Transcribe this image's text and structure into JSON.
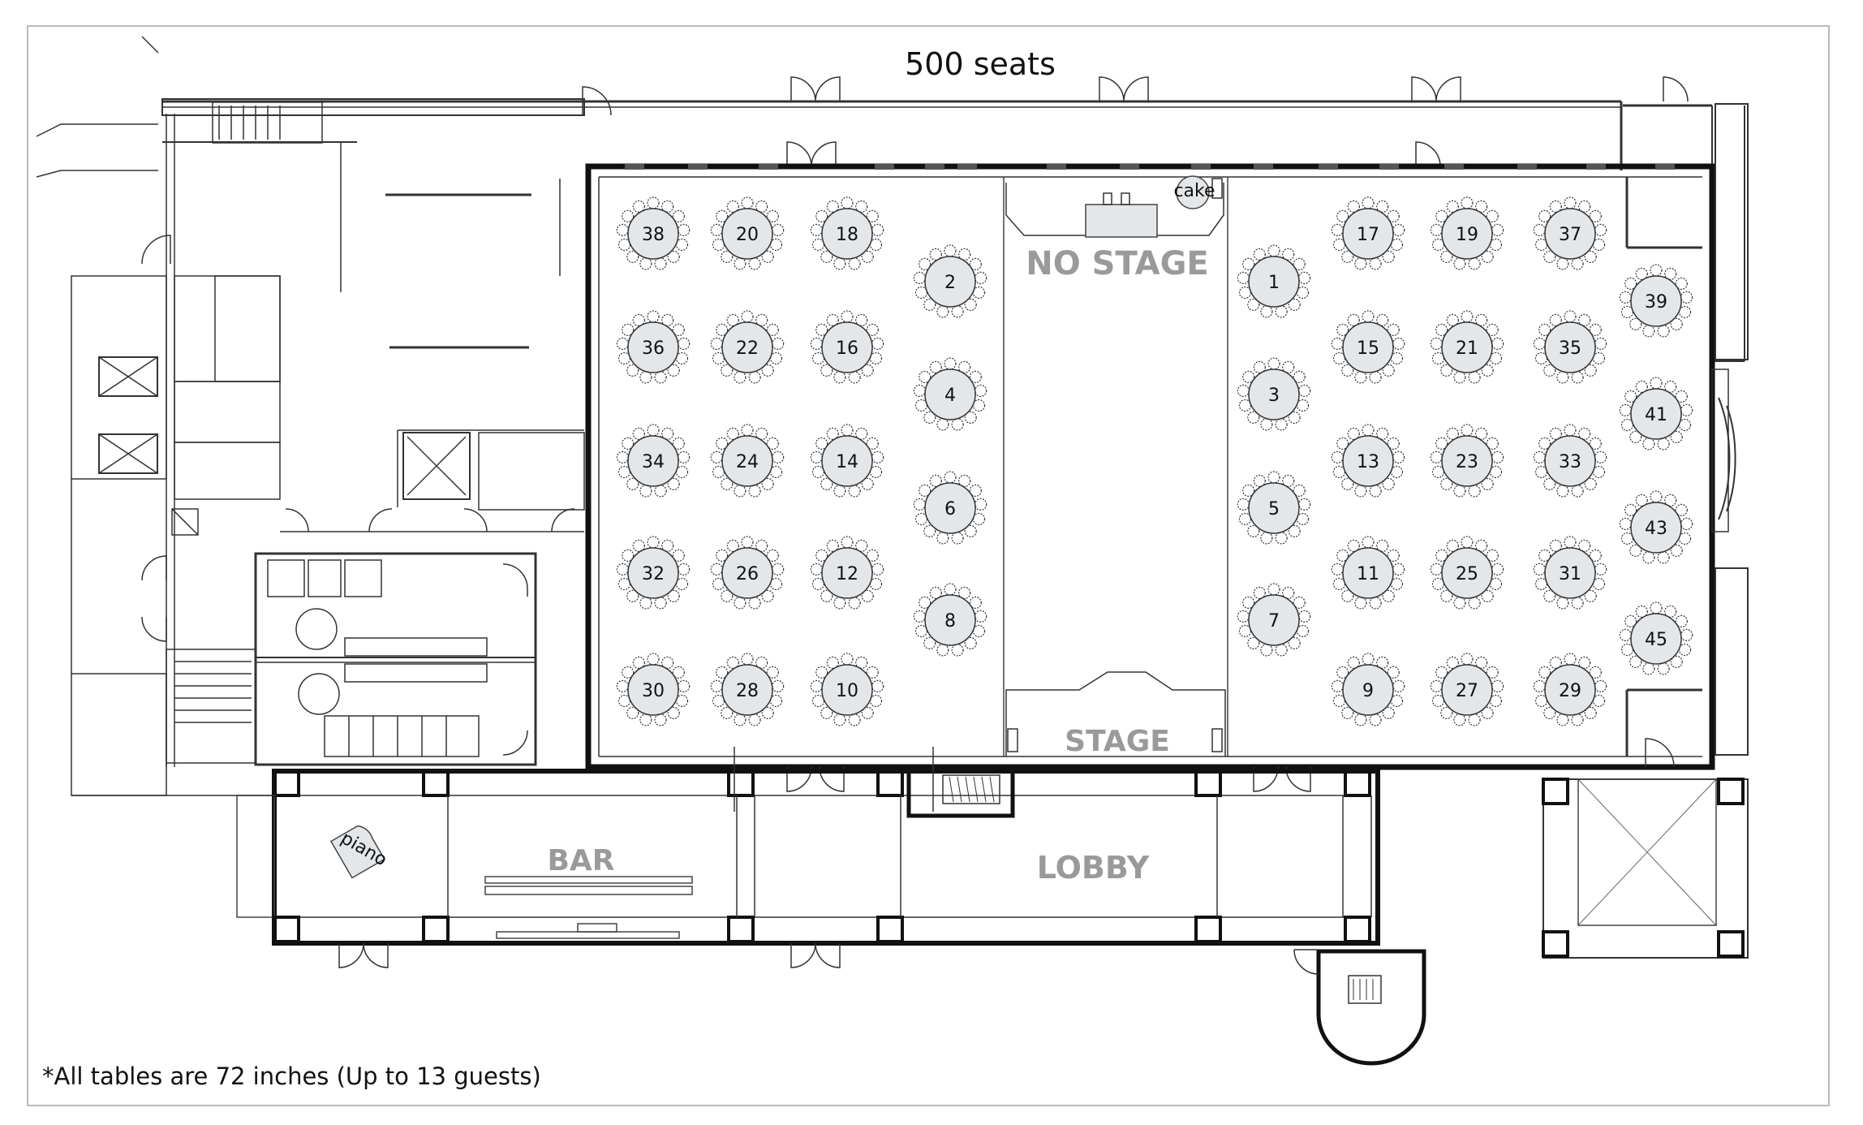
{
  "title": "500 seats",
  "footnote": "*All tables are 72 inches (Up to 13 guests)",
  "rooms": {
    "no_stage": "NO STAGE",
    "stage": "STAGE",
    "bar": "BAR",
    "lobby": "LOBBY",
    "piano": "piano",
    "cake": "cake"
  },
  "colors": {
    "wall": "#111111",
    "table_fill": "#e4e7ea",
    "label_gray": "#9a9a9a"
  },
  "tables": [
    {
      "number": "38"
    },
    {
      "number": "20"
    },
    {
      "number": "18"
    },
    {
      "number": "36"
    },
    {
      "number": "22"
    },
    {
      "number": "16"
    },
    {
      "number": "34"
    },
    {
      "number": "24"
    },
    {
      "number": "14"
    },
    {
      "number": "32"
    },
    {
      "number": "26"
    },
    {
      "number": "12"
    },
    {
      "number": "30"
    },
    {
      "number": "28"
    },
    {
      "number": "10"
    },
    {
      "number": "2"
    },
    {
      "number": "4"
    },
    {
      "number": "6"
    },
    {
      "number": "8"
    },
    {
      "number": "1"
    },
    {
      "number": "3"
    },
    {
      "number": "5"
    },
    {
      "number": "7"
    },
    {
      "number": "17"
    },
    {
      "number": "19"
    },
    {
      "number": "37"
    },
    {
      "number": "15"
    },
    {
      "number": "21"
    },
    {
      "number": "35"
    },
    {
      "number": "13"
    },
    {
      "number": "23"
    },
    {
      "number": "33"
    },
    {
      "number": "11"
    },
    {
      "number": "25"
    },
    {
      "number": "31"
    },
    {
      "number": "9"
    },
    {
      "number": "27"
    },
    {
      "number": "29"
    },
    {
      "number": "39"
    },
    {
      "number": "41"
    },
    {
      "number": "43"
    },
    {
      "number": "45"
    }
  ]
}
